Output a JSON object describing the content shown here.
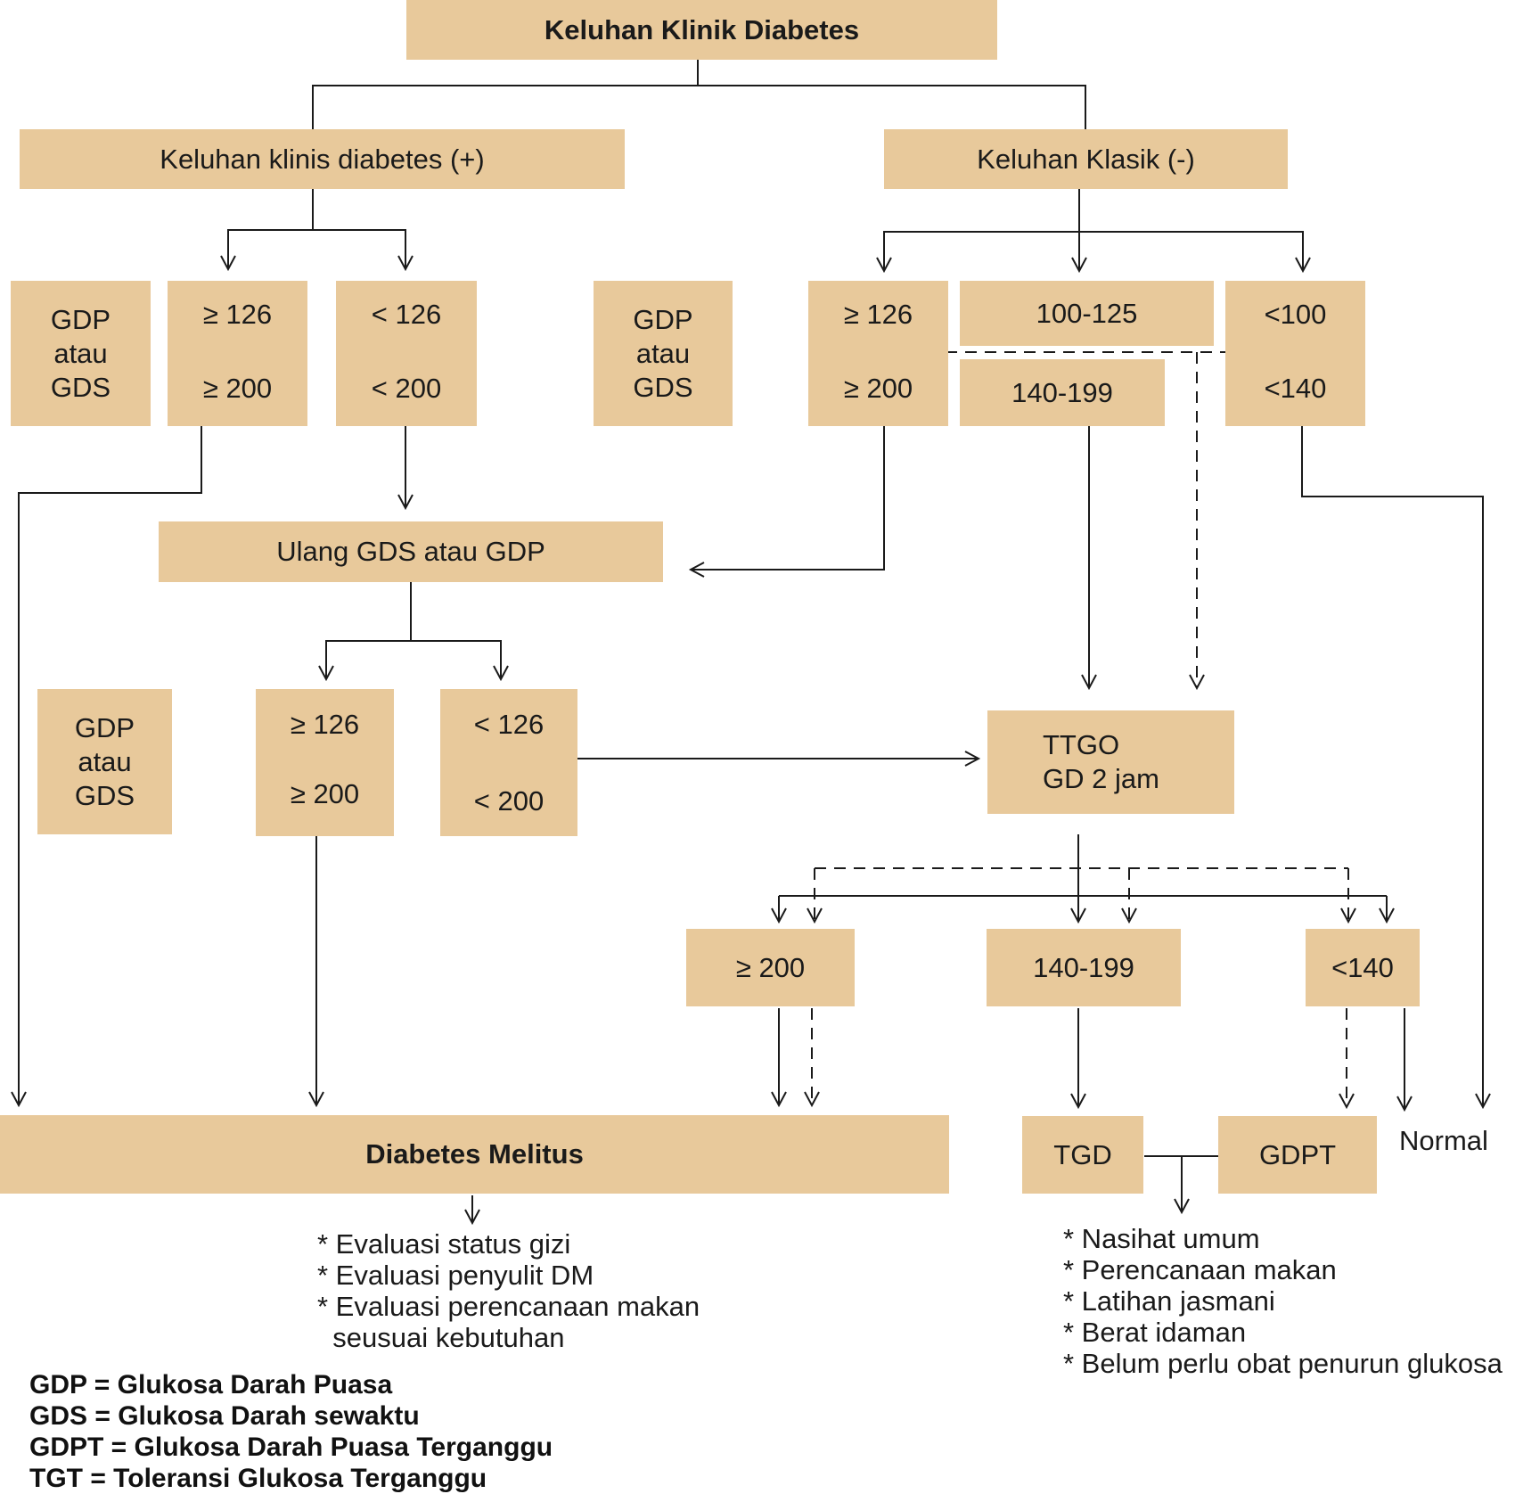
{
  "title": "Keluhan Klinik Diabetes",
  "branches": {
    "left": "Keluhan klinis diabetes (+)",
    "right": "Keluhan Klasik (-)"
  },
  "gdp_gds": [
    "GDP",
    "atau",
    "GDS"
  ],
  "row1": {
    "left_ge_top": "≥ 126",
    "left_ge_bot": "≥ 200",
    "left_lt_top": "< 126",
    "left_lt_bot": "< 200",
    "right_ge_top": "≥ 126",
    "right_ge_bot": "≥ 200",
    "right_mid_top": "100-125",
    "right_mid_bot": "140-199",
    "right_low_top": "<100",
    "right_low_bot": "<140"
  },
  "repeat": "Ulang GDS atau GDP",
  "row2": {
    "ge_top": "≥ 126",
    "ge_bot": "≥ 200",
    "lt_top": "< 126",
    "lt_bot": "< 200"
  },
  "ttgo": [
    "TTGO",
    "GD 2 jam"
  ],
  "row3": {
    "high": "≥ 200",
    "mid": "140-199",
    "low": "<140"
  },
  "outcomes": {
    "dm": "Diabetes Melitus",
    "tgd": "TGD",
    "gdpt": "GDPT",
    "normal": "Normal"
  },
  "dm_notes": [
    "* Evaluasi status gizi",
    "* Evaluasi penyulit DM",
    "* Evaluasi perencanaan makan",
    "  seusuai kebutuhan"
  ],
  "tgd_notes": [
    "* Nasihat umum",
    "* Perencanaan makan",
    "* Latihan jasmani",
    "* Berat idaman",
    "* Belum perlu obat penurun glukosa"
  ],
  "legend": [
    "GDP = Glukosa Darah Puasa",
    "GDS = Glukosa Darah sewaktu",
    "GDPT = Glukosa Darah Puasa Terganggu",
    "TGT = Toleransi Glukosa Terganggu"
  ],
  "colors": {
    "box": "#e8c99b",
    "line": "#1a1a1a"
  }
}
